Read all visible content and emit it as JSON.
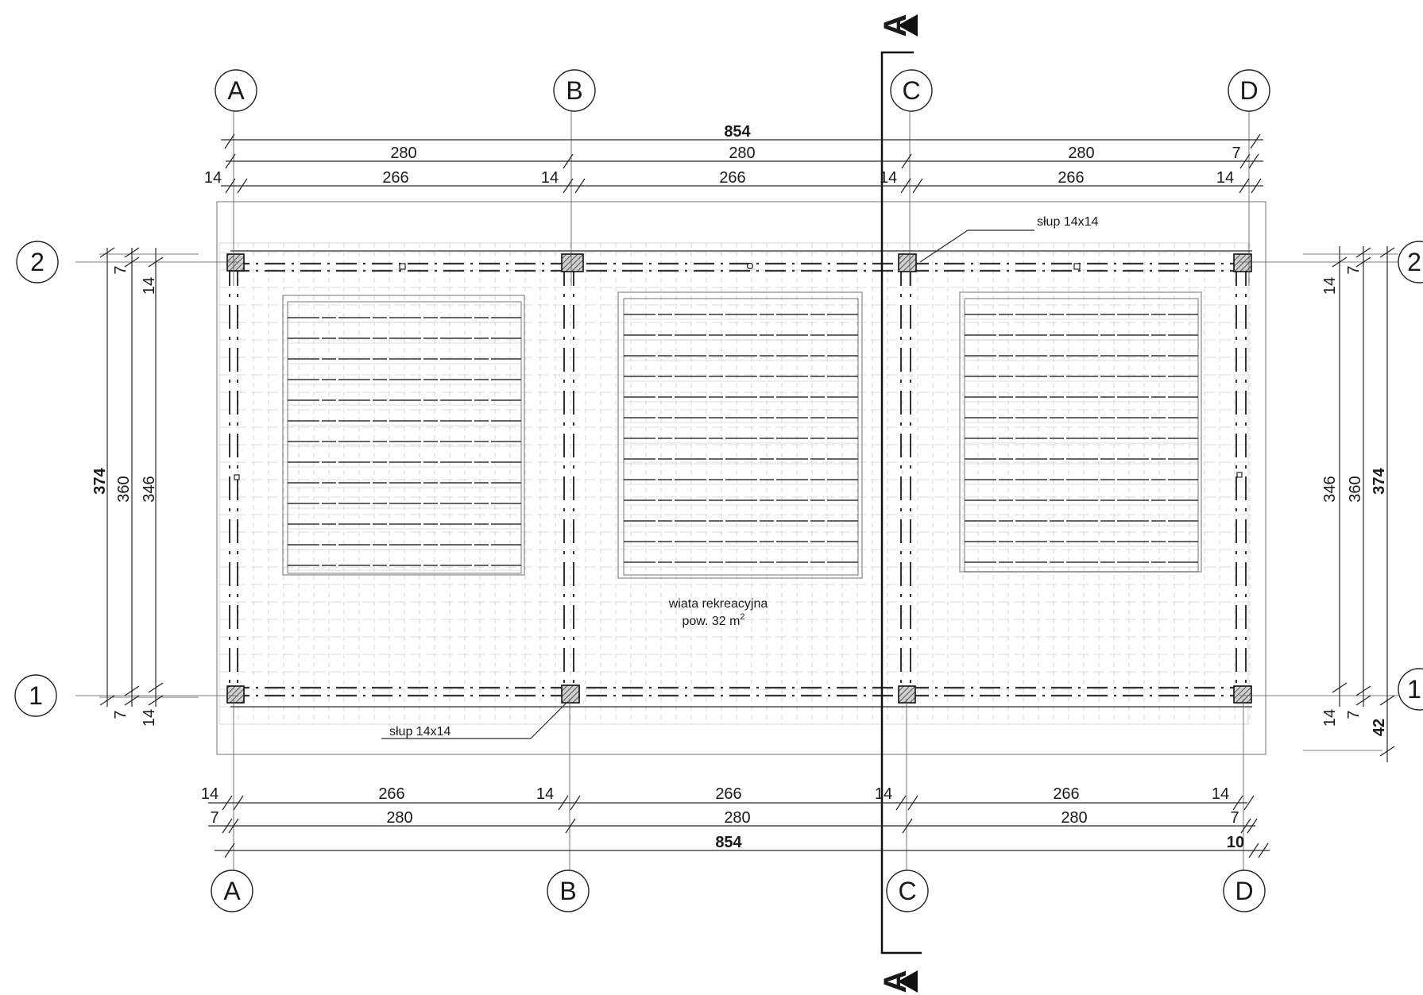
{
  "axes": {
    "columns": [
      "A",
      "B",
      "C",
      "D"
    ],
    "rows": [
      "2",
      "1"
    ]
  },
  "dimensions": {
    "top": {
      "overall": "854",
      "spacing": [
        "280",
        "280",
        "280"
      ],
      "spacing_end": "7",
      "clear": [
        "266",
        "266",
        "266"
      ],
      "post": [
        "14",
        "14",
        "14",
        "14"
      ]
    },
    "bottom": {
      "clear": [
        "266",
        "266",
        "266"
      ],
      "post": [
        "14",
        "14",
        "14",
        "14"
      ],
      "start_offset": "7",
      "spacing": [
        "280",
        "280",
        "280"
      ],
      "spacing_end": "7",
      "overall": "854",
      "overall_end": "10"
    },
    "left": {
      "overall": "374",
      "spacing": "360",
      "clear": "346",
      "offset_top": "7",
      "post_top": "14",
      "offset_bottom": "7",
      "post_bottom": "14"
    },
    "right": {
      "overall": "374",
      "spacing": "360",
      "clear": "346",
      "post_top": "14",
      "offset_top": "7",
      "post_bottom": "14",
      "offset_bottom": "7",
      "overhang": "42"
    }
  },
  "labels": {
    "post_top": "słup 14x14",
    "post_bottom": "słup 14x14",
    "room_name": "wiata rekreacyjna",
    "room_area": "pow. 32 m",
    "room_area_sup": "2"
  },
  "section": {
    "mark": "A"
  }
}
